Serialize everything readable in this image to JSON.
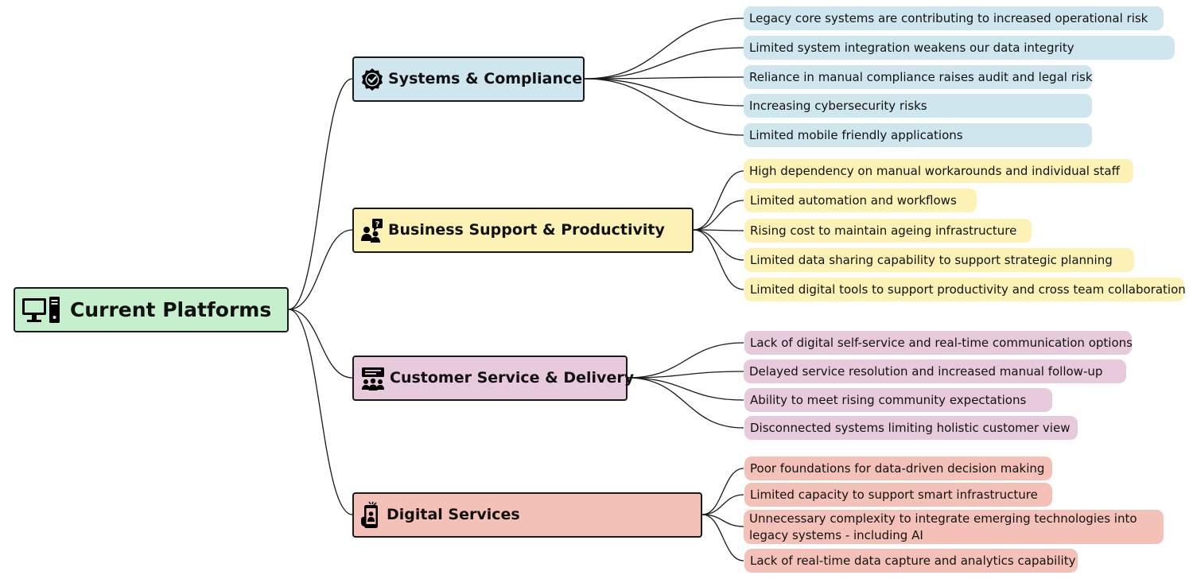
{
  "root": {
    "label": "Current Platforms",
    "color": "#c6efce",
    "icon": "computer-icon"
  },
  "branches": [
    {
      "label": "Systems & Compliance",
      "color": "#cfe6ef",
      "icon": "check-badge-icon",
      "items": [
        "Legacy core systems are contributing to increased operational risk",
        "Limited system integration weakens our data integrity",
        "Reliance in manual compliance raises audit and legal risk",
        "Increasing cybersecurity risks",
        "Limited mobile friendly applications"
      ]
    },
    {
      "label": "Business Support & Productivity",
      "color": "#fdf2b5",
      "icon": "people-question-icon",
      "items": [
        "High dependency on manual workarounds and individual staff",
        "Limited automation and  workflows",
        "Rising cost to maintain ageing infrastructure",
        "Limited data sharing capability to support strategic planning",
        "Limited digital tools to support productivity and cross team collaboration"
      ]
    },
    {
      "label": "Customer Service & Delivery",
      "color": "#e8cadd",
      "icon": "customer-group-icon",
      "items": [
        "Lack of digital self-service and real-time communication options",
        "Delayed service resolution and increased manual follow-up",
        "Ability to meet rising community expectations",
        "Disconnected systems limiting holistic customer view"
      ]
    },
    {
      "label": "Digital Services",
      "color": "#f4c1b8",
      "icon": "mobile-user-icon",
      "items": [
        "Poor foundations for data-driven decision making",
        "Limited capacity to support smart infrastructure",
        "Unnecessary complexity to integrate emerging technologies into legacy systems - including AI",
        "Lack of real-time data capture and analytics capability"
      ]
    }
  ]
}
